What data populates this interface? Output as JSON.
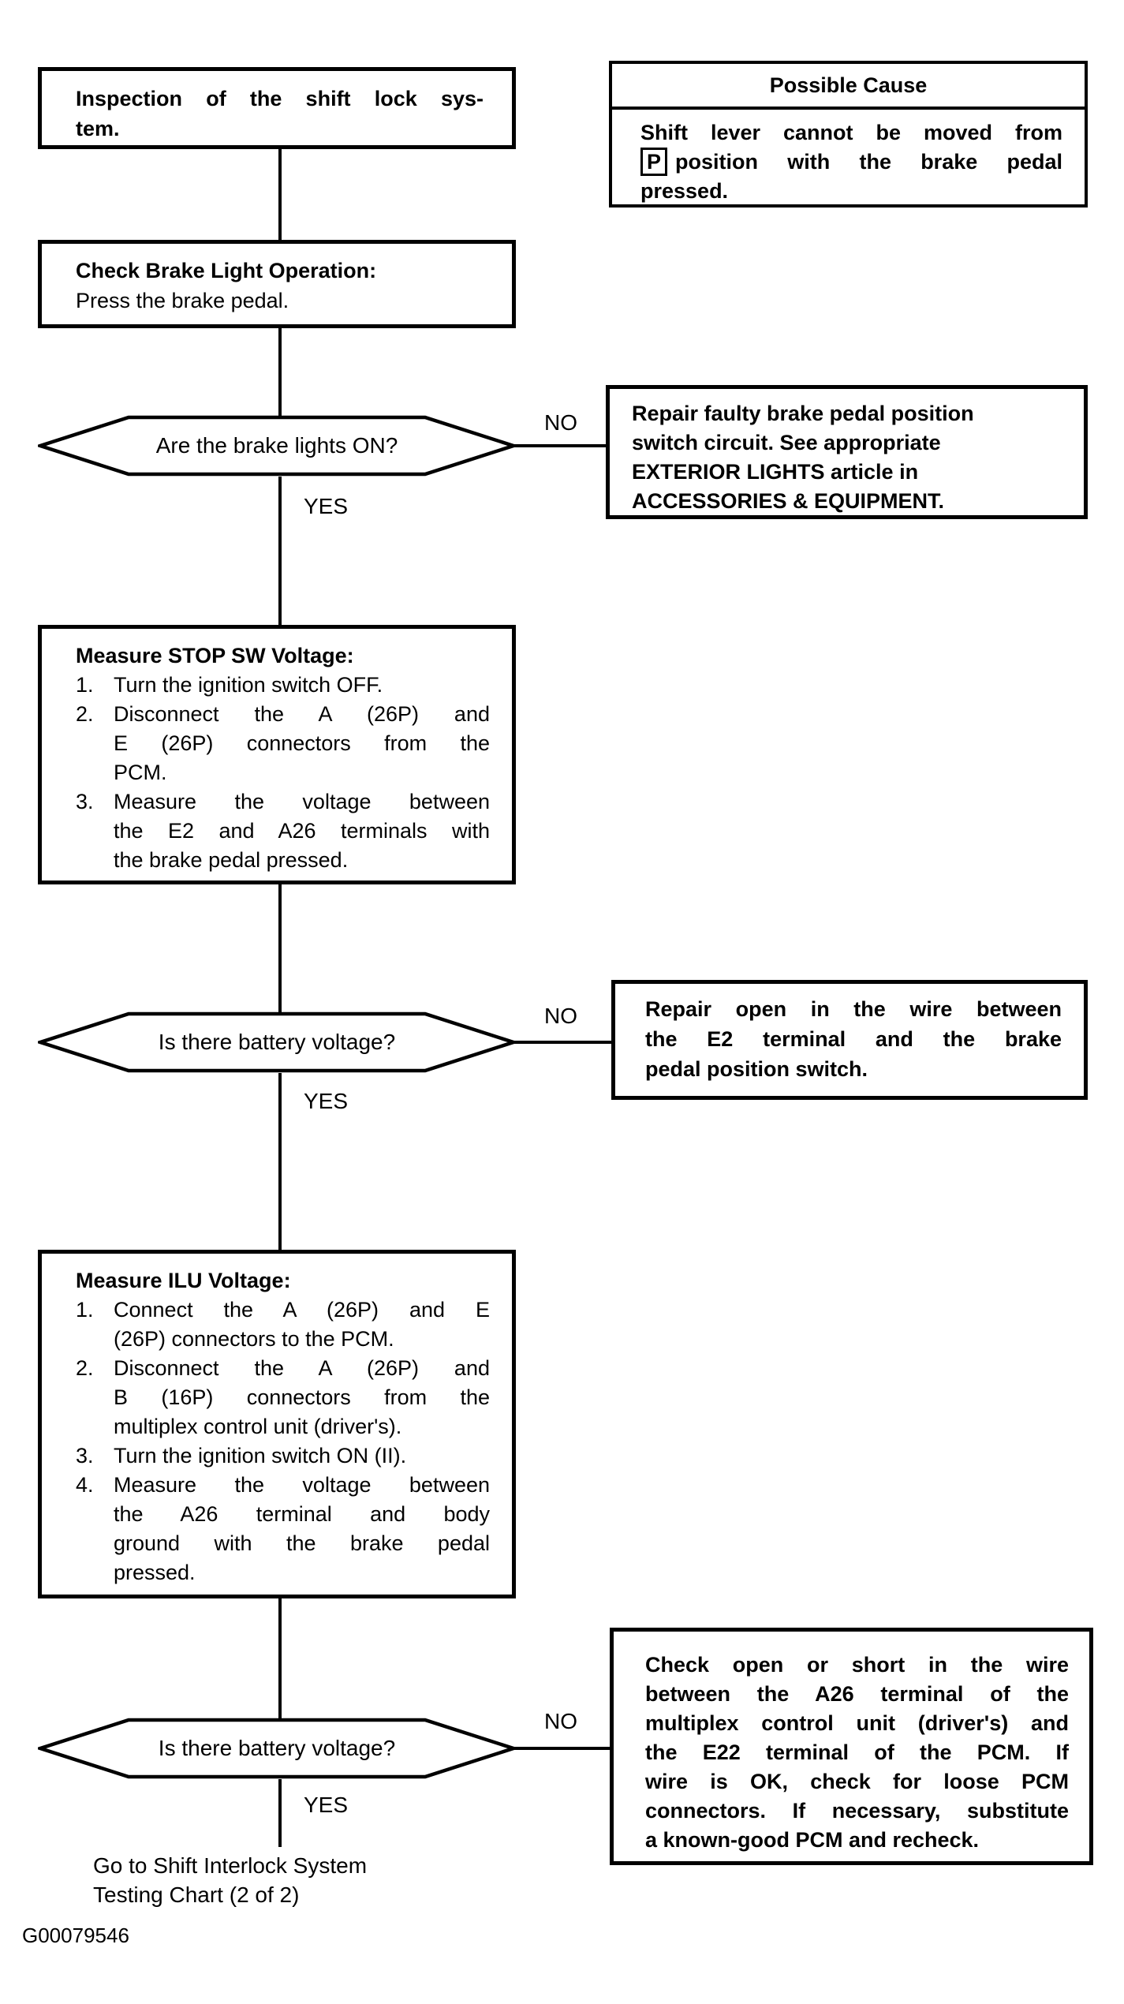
{
  "colors": {
    "ink": "#000000",
    "paper": "#ffffff"
  },
  "flow": {
    "start": {
      "line1": "Inspection of the shift lock sys-",
      "line2": "tem."
    },
    "possible_cause": {
      "title": "Possible Cause",
      "line1": "Shift lever cannot be moved from",
      "p_symbol": "P",
      "line2": "position with the brake pedal",
      "line3": "pressed."
    },
    "check_brake": {
      "title": "Check Brake Light Operation:",
      "body": "Press the brake pedal."
    },
    "decision1": {
      "question": "Are the brake lights ON?",
      "no_label": "NO",
      "yes_label": "YES"
    },
    "repair1": {
      "lines": [
        "Repair faulty brake pedal position",
        "switch circuit. See appropriate",
        "EXTERIOR LIGHTS article in",
        "ACCESSORIES & EQUIPMENT."
      ]
    },
    "stop_sw": {
      "title": "Measure STOP SW Voltage:",
      "steps": [
        {
          "n": "1.",
          "lines": [
            "Turn the ignition switch OFF."
          ]
        },
        {
          "n": "2.",
          "lines": [
            "Disconnect the A (26P) and",
            "E (26P) connectors from the",
            "PCM."
          ]
        },
        {
          "n": "3.",
          "lines": [
            "Measure the voltage between",
            "the E2 and A26 terminals with",
            "the brake pedal pressed."
          ]
        }
      ]
    },
    "decision2": {
      "question": "Is there battery voltage?",
      "no_label": "NO",
      "yes_label": "YES"
    },
    "repair2": {
      "lines": [
        "Repair open in the wire between",
        "the E2 terminal and the brake",
        "pedal position switch."
      ]
    },
    "ilu": {
      "title": "Measure ILU Voltage:",
      "steps": [
        {
          "n": "1.",
          "lines": [
            "Connect the A (26P) and E",
            "(26P) connectors to the PCM."
          ]
        },
        {
          "n": "2.",
          "lines": [
            "Disconnect the A (26P) and",
            "B (16P) connectors from the",
            "multiplex control unit (driver's)."
          ]
        },
        {
          "n": "3.",
          "lines": [
            "Turn the ignition switch ON (II)."
          ]
        },
        {
          "n": "4.",
          "lines": [
            "Measure the voltage between",
            "the A26 terminal and body",
            "ground with the brake pedal",
            "pressed."
          ]
        }
      ]
    },
    "decision3": {
      "question": "Is there battery voltage?",
      "no_label": "NO",
      "yes_label": "YES"
    },
    "check_wire": {
      "lines": [
        "Check open or short in the wire",
        "between the A26 terminal of the",
        "multiplex control unit (driver's) and",
        "the E22 terminal of the PCM. If",
        "wire is OK, check for loose PCM",
        "connectors. If necessary, substitute",
        "a known-good PCM and recheck."
      ]
    },
    "goto": {
      "line1": "Go to Shift Interlock System",
      "line2": "Testing Chart (2 of 2)"
    },
    "figure_id": "G00079546"
  }
}
